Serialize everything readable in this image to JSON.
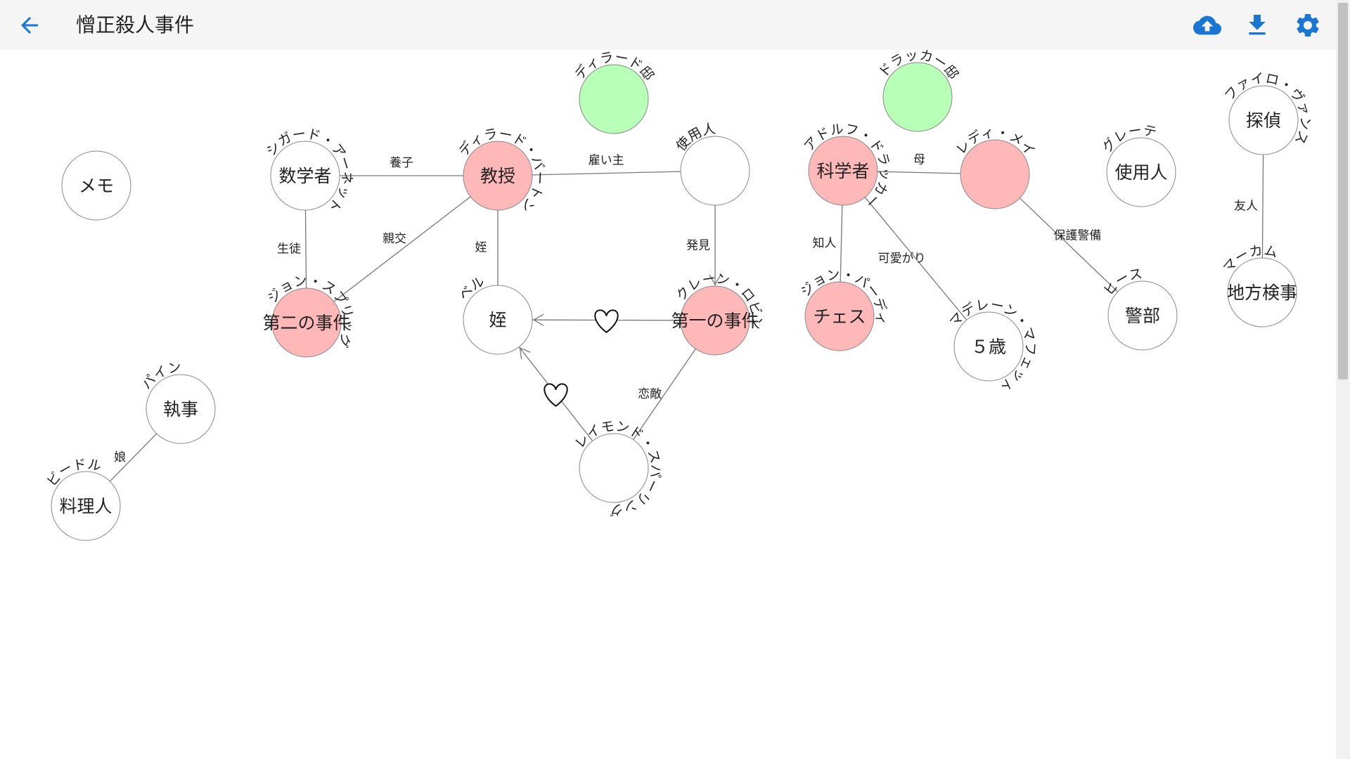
{
  "app": {
    "title": "憎正殺人事件",
    "back_icon": "arrow-left-icon",
    "actions": [
      {
        "name": "upload-cloud-icon",
        "color": "#1976d2"
      },
      {
        "name": "download-icon",
        "color": "#1976d2"
      },
      {
        "name": "settings-gear-icon",
        "color": "#1976d2"
      }
    ],
    "accent": "#1976d2"
  },
  "colors": {
    "red_node": "#ffb8b8",
    "green_node": "#b8ffb8",
    "white_node": "#ffffff"
  },
  "nodes": [
    {
      "id": "memo",
      "label": "メモ",
      "arc": "",
      "fill": "white"
    },
    {
      "id": "math",
      "label": "数学者",
      "arc": "シガード・アーネット",
      "fill": "white"
    },
    {
      "id": "prof",
      "label": "教授",
      "arc": "ディラード・バートン",
      "fill": "red"
    },
    {
      "id": "dillard-house",
      "label": "",
      "arc": "ディラード邸",
      "fill": "green"
    },
    {
      "id": "servant1",
      "label": "",
      "arc": "使用人",
      "fill": "white"
    },
    {
      "id": "second-case",
      "label": "第二の事件",
      "arc": "ジョン・スプリッグ",
      "fill": "red"
    },
    {
      "id": "niece",
      "label": "姪",
      "arc": "ベル",
      "fill": "white"
    },
    {
      "id": "first-case",
      "label": "第一の事件",
      "arc": "クレーン・ロビン",
      "fill": "red"
    },
    {
      "id": "raymond",
      "label": "",
      "arc": "レイモンド・スパーリング",
      "fill": "white"
    },
    {
      "id": "drukker-house",
      "label": "",
      "arc": "ドラッカー邸",
      "fill": "green"
    },
    {
      "id": "scientist",
      "label": "科学者",
      "arc": "アドルフ・ドラッカー",
      "fill": "red"
    },
    {
      "id": "lady",
      "label": "",
      "arc": "レディ・メイ",
      "fill": "red"
    },
    {
      "id": "chess",
      "label": "チェス",
      "arc": "ジョン・パーディ",
      "fill": "red"
    },
    {
      "id": "age5",
      "label": "５歳",
      "arc": "マデレーン・マフェット",
      "fill": "white"
    },
    {
      "id": "servant2",
      "label": "使用人",
      "arc": "グレーテ",
      "fill": "white"
    },
    {
      "id": "police",
      "label": "警部",
      "arc": "ヒース",
      "fill": "white"
    },
    {
      "id": "detective",
      "label": "探偵",
      "arc": "ファイロ・ヴァンス",
      "fill": "white"
    },
    {
      "id": "da",
      "label": "地方検事",
      "arc": "マーカム",
      "fill": "white"
    },
    {
      "id": "butler",
      "label": "執事",
      "arc": "パイン",
      "fill": "white"
    },
    {
      "id": "cook",
      "label": "料理人",
      "arc": "ビードル",
      "fill": "white"
    }
  ],
  "edges": [
    {
      "from": "math",
      "to": "prof",
      "label": "養子",
      "arrow": false,
      "heart": false
    },
    {
      "from": "prof",
      "to": "servant1",
      "label": "雇い主",
      "arrow": false,
      "heart": false
    },
    {
      "from": "math",
      "to": "second-case",
      "label": "生徒",
      "arrow": false,
      "heart": false
    },
    {
      "from": "prof",
      "to": "second-case",
      "label": "親交",
      "arrow": false,
      "heart": false
    },
    {
      "from": "prof",
      "to": "niece",
      "label": "姪",
      "arrow": false,
      "heart": false
    },
    {
      "from": "servant1",
      "to": "first-case",
      "label": "発見",
      "arrow": true,
      "heart": false
    },
    {
      "from": "first-case",
      "to": "niece",
      "label": "",
      "arrow": true,
      "heart": true
    },
    {
      "from": "raymond",
      "to": "niece",
      "label": "",
      "arrow": true,
      "heart": true
    },
    {
      "from": "first-case",
      "to": "raymond",
      "label": "恋敵",
      "arrow": false,
      "heart": false
    },
    {
      "from": "scientist",
      "to": "lady",
      "label": "母",
      "arrow": false,
      "heart": false
    },
    {
      "from": "scientist",
      "to": "chess",
      "label": "知人",
      "arrow": false,
      "heart": false
    },
    {
      "from": "scientist",
      "to": "age5",
      "label": "可愛がり",
      "arrow": false,
      "heart": false
    },
    {
      "from": "lady",
      "to": "police",
      "label": "保護警備",
      "arrow": false,
      "heart": false
    },
    {
      "from": "detective",
      "to": "da",
      "label": "友人",
      "arrow": false,
      "heart": false
    },
    {
      "from": "butler",
      "to": "cook",
      "label": "娘",
      "arrow": false,
      "heart": false
    }
  ]
}
